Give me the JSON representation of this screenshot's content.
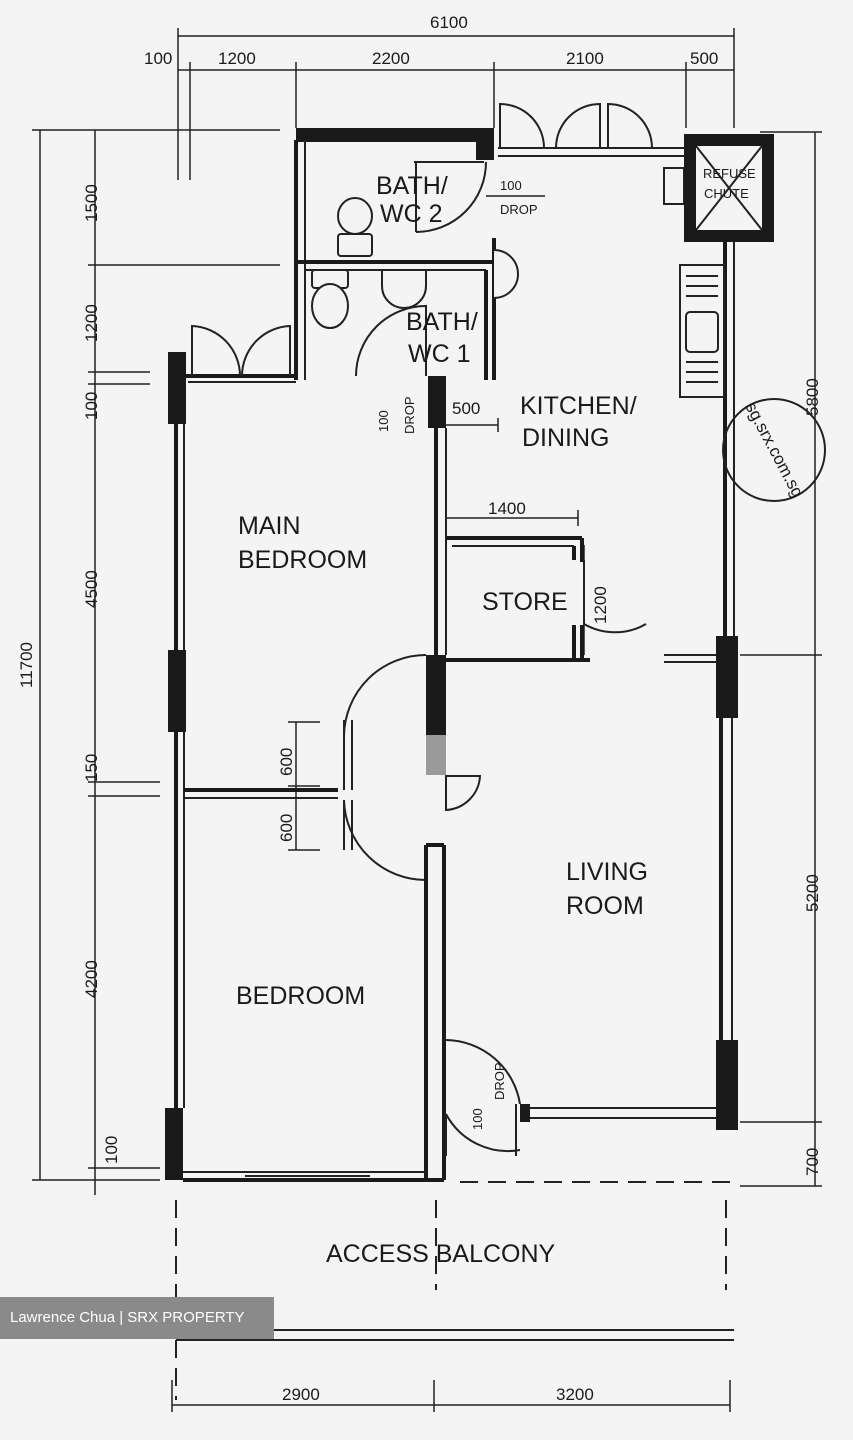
{
  "rooms": {
    "bath2_line1": "BATH/",
    "bath2_line2": "WC 2",
    "bath1_line1": "BATH/",
    "bath1_line2": "WC 1",
    "kitchen_line1": "KITCHEN/",
    "kitchen_line2": "DINING",
    "main_bedroom_line1": "MAIN",
    "main_bedroom_line2": "BEDROOM",
    "store": "STORE",
    "living_line1": "LIVING",
    "living_line2": "ROOM",
    "bedroom": "BEDROOM",
    "access_balcony": "ACCESS BALCONY",
    "refuse_line1": "REFUSE",
    "refuse_line2": "CHUTE"
  },
  "notes": {
    "drop_value": "100",
    "drop_word": "DROP"
  },
  "dims": {
    "top_total": "6100",
    "top_1": "100",
    "top_2": "1200",
    "top_3": "2200",
    "top_4": "2100",
    "top_5": "500",
    "left_total": "11700",
    "left_1": "1500",
    "left_2": "1200",
    "left_3": "100",
    "left_4": "4500",
    "left_5": "150",
    "left_6": "4200",
    "left_7": "100",
    "right_1": "5800",
    "right_2": "5200",
    "right_3": "700",
    "inner_500": "500",
    "inner_1400": "1400",
    "inner_1200": "1200",
    "inner_600a": "600",
    "inner_600b": "600",
    "bottom_1": "2900",
    "bottom_2": "3200"
  },
  "watermark": "sg.srx.com.sg",
  "credit": "Lawrence Chua | SRX PROPERTY"
}
